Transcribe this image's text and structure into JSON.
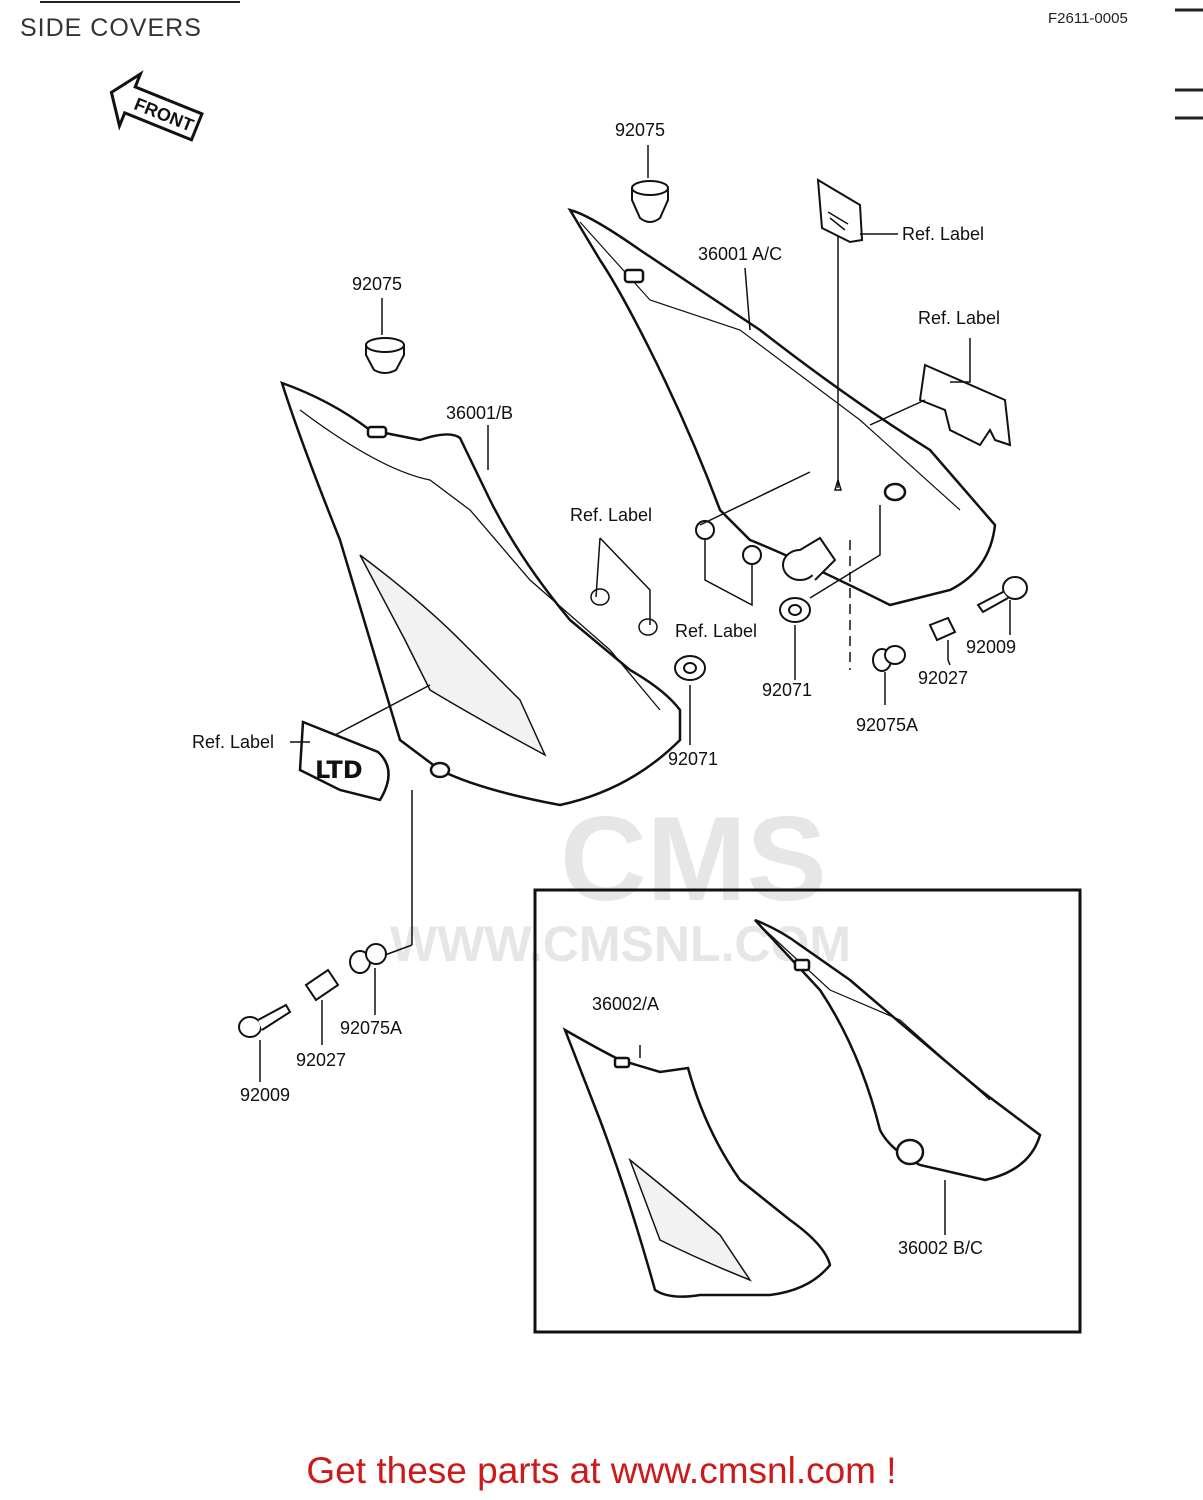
{
  "header": {
    "title": "SIDE COVERS",
    "code": "F2611-0005"
  },
  "front_arrow": "FRONT",
  "labels": {
    "p92075_top": "92075",
    "p92075_left": "92075",
    "p36001_ac": "36001 A/C",
    "p36001_b": "36001/B",
    "ref_label_1": "Ref. Label",
    "ref_label_2": "Ref. Label",
    "ref_label_3": "Ref. Label",
    "ref_label_4": "Ref. Label",
    "ref_label_5": "Ref. Label",
    "p92009_right": "92009",
    "p92027_right": "92027",
    "p92075a_right": "92075A",
    "p92071_right": "92071",
    "p92071_mid": "92071",
    "p92075a_left": "92075A",
    "p92027_left": "92027",
    "p92009_left": "92009",
    "p36002_a": "36002/A",
    "p36002_bc": "36002 B/C"
  },
  "watermark": {
    "logo": "CMS",
    "url": "WWW.CMSNL.COM"
  },
  "footer": {
    "text": "Get these parts at www.cmsnl.com !"
  }
}
